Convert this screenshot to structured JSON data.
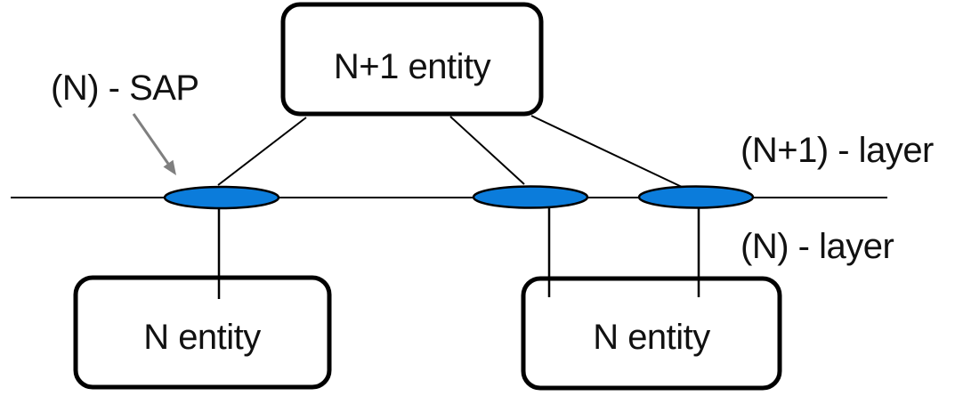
{
  "diagram": {
    "top_entity": {
      "label": "N+1 entity"
    },
    "bottom_entities": [
      {
        "label": "N entity"
      },
      {
        "label": "N entity"
      }
    ],
    "labels": {
      "sap": "(N) - SAP",
      "upper_layer": "(N+1) - layer",
      "lower_layer": "(N) - layer"
    },
    "sap_points": 3
  },
  "colors": {
    "background": "#ffffff",
    "line": "#000000",
    "box_border": "#000000",
    "box_fill": "#ffffff",
    "sap_fill": "#0b7cdb",
    "arrow": "#7f7f7f",
    "text": "#111111"
  }
}
